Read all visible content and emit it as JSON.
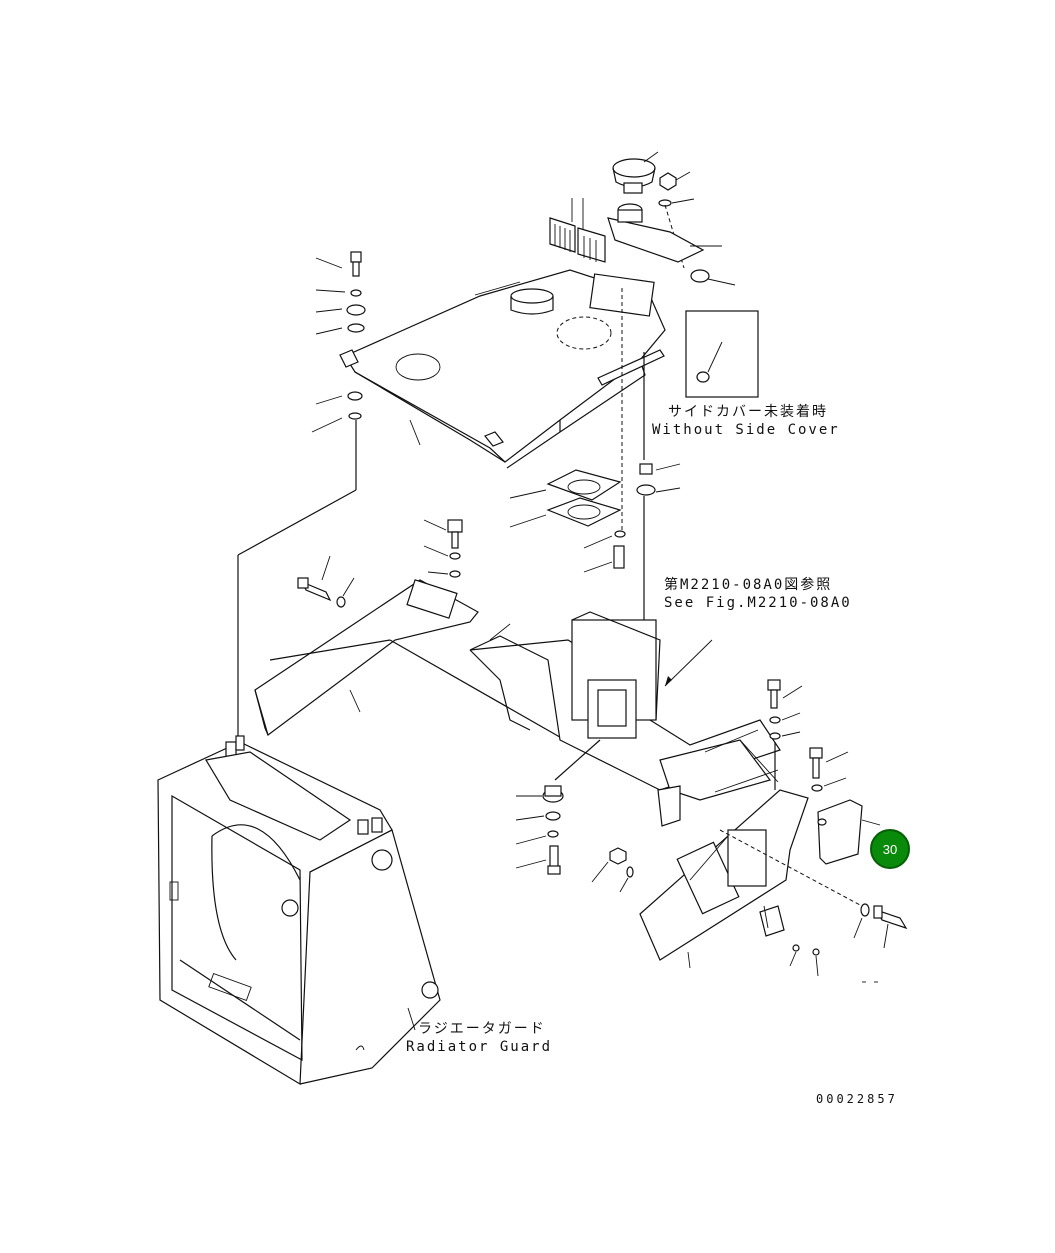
{
  "diagram": {
    "labels": {
      "side_cover_jp": "サイドカバー未装着時",
      "side_cover_en": "Without Side Cover",
      "see_fig_jp": "第M2210-08A0図参照",
      "see_fig_en": "See Fig.M2210-08A0",
      "radiator_guard_jp": "ラジエータガード",
      "radiator_guard_en": "Radiator Guard",
      "drawing_number": "00022857"
    },
    "callout": {
      "number": "30",
      "color": "#0a8a0a"
    }
  }
}
